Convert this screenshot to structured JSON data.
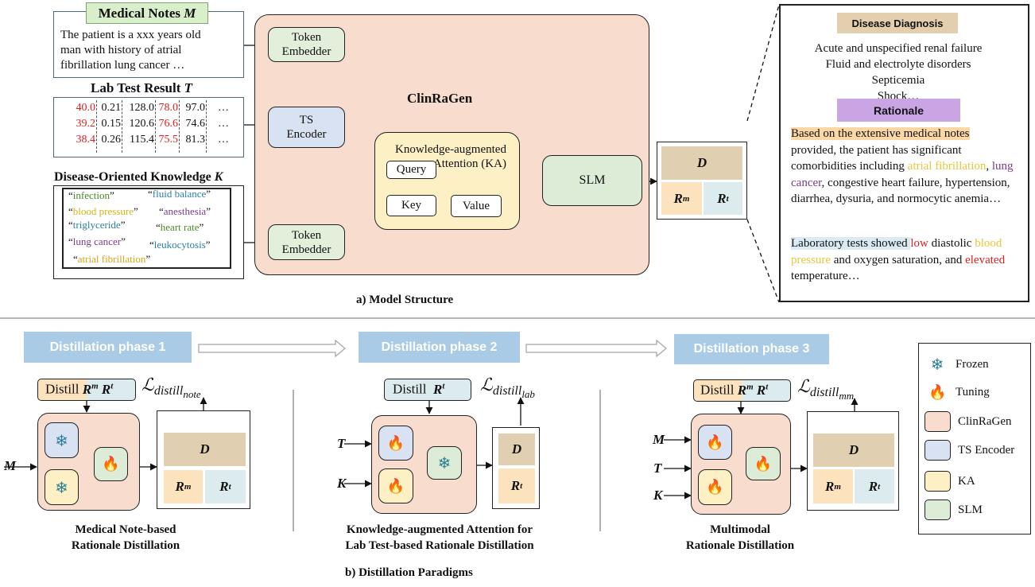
{
  "panel_a": {
    "caption": "a) Model Structure",
    "medical_notes": {
      "title": "Medical Notes",
      "symbol": "M",
      "text_lines": [
        "The patient is a  xxx years old",
        "man with history of atrial",
        "fibrillation lung cancer …"
      ]
    },
    "lab_test": {
      "title": "Lab Test Result",
      "symbol": "T",
      "rows": [
        [
          "40.0",
          "0.21",
          "128.0",
          "78.0",
          "97.0",
          "…"
        ],
        [
          "39.2",
          "0.15",
          "120.6",
          "76.6",
          "74.6",
          "…"
        ],
        [
          "38.4",
          "0.26",
          "115.4",
          "75.5",
          "81.3",
          "…"
        ]
      ],
      "red_columns": [
        0,
        3
      ]
    },
    "knowledge": {
      "title": "Disease-Oriented Knowledge",
      "symbol": "K",
      "keywords": [
        {
          "text": "infection",
          "color": "#4a8a2a"
        },
        {
          "text": "fluid balance",
          "color": "#2d7fa6"
        },
        {
          "text": "blood pressure",
          "color": "#d6b21a"
        },
        {
          "text": "anesthesia",
          "color": "#7c3a8f"
        },
        {
          "text": "triglyceride",
          "color": "#2d7fa6"
        },
        {
          "text": "heart rate",
          "color": "#4a8a2a"
        },
        {
          "text": "lung cancer",
          "color": "#7c3a8f"
        },
        {
          "text": "leukocytosis",
          "color": "#2d7fa6"
        },
        {
          "text": "atrial fibrillation",
          "color": "#d6a51a"
        }
      ]
    },
    "model": {
      "name": "ClinRaGen",
      "token_embedder_top": "Token\nEmbedder",
      "ts_encoder": "TS\nEncoder",
      "token_embedder_bottom": "Token\nEmbedder",
      "ka_title": "Knowledge-augmented\nAttention (KA)",
      "query": "Query",
      "key": "Key",
      "value": "Value",
      "slm": "SLM"
    },
    "output": {
      "d": "D",
      "rm": "R",
      "rm_sup": "m",
      "rt": "R",
      "rt_sup": "t"
    },
    "right_panel": {
      "diagnosis_header": "Disease Diagnosis",
      "diagnoses": [
        "Acute and unspecified renal failure",
        "Fluid and electrolyte disorders",
        "Septicemia",
        "Shock…"
      ],
      "rationale_header": "Rationale",
      "para1": [
        {
          "t": "Based on the extensive medical notes",
          "hl": "#fbd7a6"
        },
        {
          "t": " provided, the patient has significant comorbidities including "
        },
        {
          "t": "atrial fibrillation",
          "c": "#e9c63a"
        },
        {
          "t": ", "
        },
        {
          "t": "lung cancer",
          "c": "#7c3a8f"
        },
        {
          "t": ", congestive heart failure, hypertension, diarrhea, dysuria, and normocytic anemia…"
        }
      ],
      "para2": [
        {
          "t": "Laboratory tests showed ",
          "hl": "#dcebf3"
        },
        {
          "t": "low",
          "c": "#e0201e"
        },
        {
          "t": " diastolic "
        },
        {
          "t": "blood pressure",
          "c": "#e9c63a"
        },
        {
          "t": " and oxygen saturation, and "
        },
        {
          "t": "elevated",
          "c": "#e0201e"
        },
        {
          "t": " temperature…"
        }
      ]
    }
  },
  "panel_b": {
    "caption": "b) Distillation Paradigms",
    "phases": [
      "Distillation phase 1",
      "Distillation phase 2",
      "Distillation phase 3"
    ],
    "phase1": {
      "distill": "Distill",
      "loss_sub": "distill",
      "loss_sub2": "note",
      "inputs": [
        "M"
      ],
      "caption": [
        "Medical Note-based",
        "Rationale Distillation"
      ]
    },
    "phase2": {
      "distill": "Distill",
      "loss_sub": "distill",
      "loss_sub2": "lab",
      "inputs": [
        "T",
        "K"
      ],
      "caption": [
        "Knowledge-augmented Attention for",
        "Lab Test-based Rationale Distillation"
      ]
    },
    "phase3": {
      "distill": "Distill",
      "loss_sub": "distill",
      "loss_sub2": "mm",
      "inputs": [
        "M",
        "T",
        "K"
      ],
      "caption": [
        "Multimodal",
        "Rationale Distillation"
      ]
    },
    "legend": [
      {
        "label": "Frozen",
        "icon": "snowflake-icon"
      },
      {
        "label": "Tuning",
        "icon": "flame-icon"
      },
      {
        "label": "ClinRaGen",
        "color": "#f8dccd"
      },
      {
        "label": "TS Encoder",
        "color": "#d9e2f3"
      },
      {
        "label": "KA",
        "color": "#fdf0c4"
      },
      {
        "label": "SLM",
        "color": "#dcecd6"
      }
    ]
  },
  "colors": {
    "clinragen": "#f8dccd",
    "ts": "#d9e2f3",
    "ka": "#fdf0c4",
    "slm": "#dcecd6",
    "token": "#e2efda",
    "d_cell": "#e0cfb1",
    "rm_cell": "#fde3bd",
    "rt_cell": "#dcebee",
    "diag_header": "#e3cfae",
    "rat_header": "#c9a5e3",
    "phase": "#a9cbe6"
  }
}
